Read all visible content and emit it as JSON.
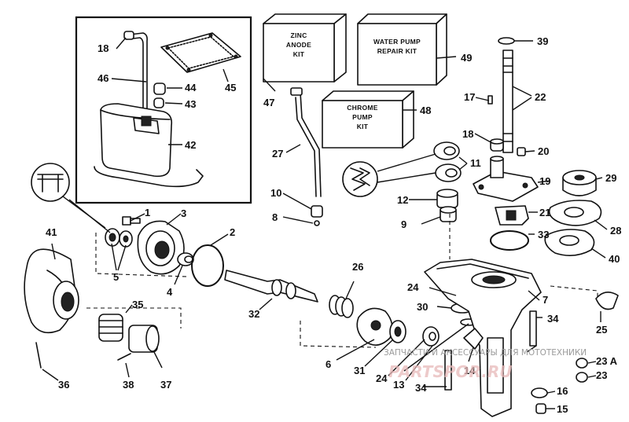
{
  "kits": {
    "zinc_anode": "ZINC ANODE KIT",
    "water_pump": "WATER PUMP REPAIR KIT",
    "chrome_pump": "CHROME PUMP KIT"
  },
  "callouts": {
    "c1": "1",
    "c2": "2",
    "c3": "3",
    "c4": "4",
    "c5": "5",
    "c6": "6",
    "c7": "7",
    "c8": "8",
    "c9": "9",
    "c10": "10",
    "c11": "11",
    "c12": "12",
    "c13": "13",
    "c14": "14",
    "c15": "15",
    "c16": "16",
    "c17": "17",
    "c18a": "18",
    "c18b": "18",
    "c19": "19",
    "c20": "20",
    "c21": "21",
    "c22": "22",
    "c23": "23",
    "c23a": "23 A",
    "c24a": "24",
    "c24b": "24",
    "c25": "25",
    "c26": "26",
    "c27": "27",
    "c28": "28",
    "c29": "29",
    "c30": "30",
    "c31": "31",
    "c32": "32",
    "c33": "33",
    "c34a": "34",
    "c34b": "34",
    "c35": "35",
    "c36": "36",
    "c37": "37",
    "c38": "38",
    "c39": "39",
    "c40": "40",
    "c41": "41",
    "c42": "42",
    "c43": "43",
    "c44": "44",
    "c45": "45",
    "c46": "46",
    "c47": "47",
    "c48": "48",
    "c49": "49"
  },
  "watermark": {
    "caption": "ЗАПЧАСТИ И АКСЕССУАРЫ ДЛЯ МОТОТЕХНИКИ",
    "logo": "PARTSPOR.RU"
  }
}
